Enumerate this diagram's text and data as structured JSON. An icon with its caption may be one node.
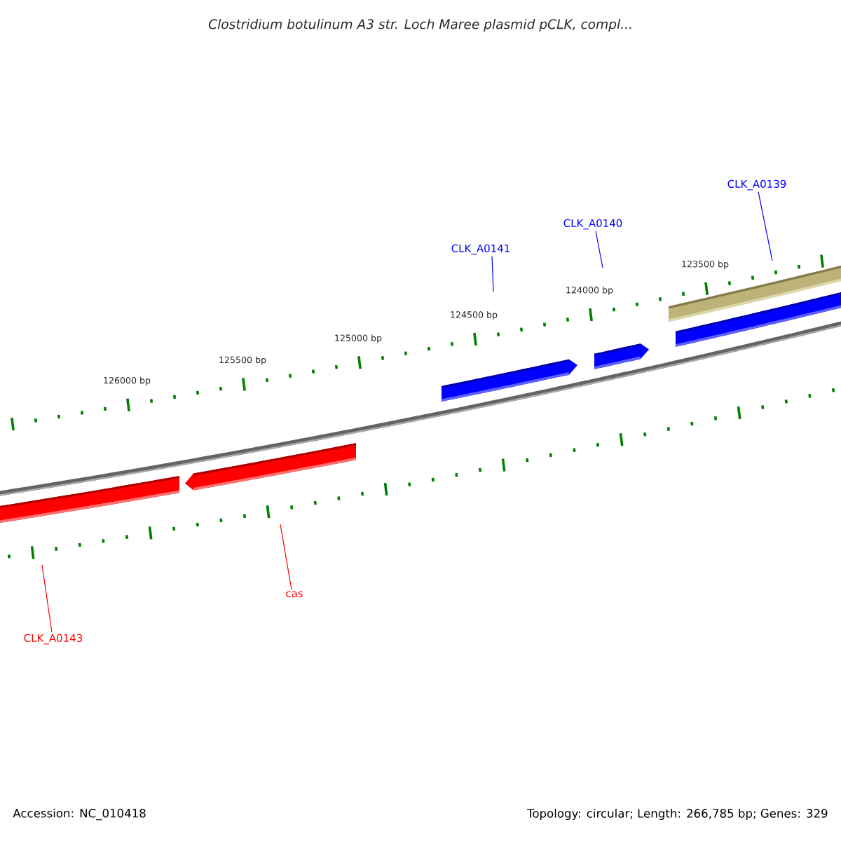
{
  "diagram": {
    "title": "Clostridium botulinum A3 str. Loch Maree plasmid pCLK, compl...",
    "nodes": [
      {
        "text": [
          "CLK_A0139"
        ]
      },
      {
        "text": [
          "CLK_A0140"
        ]
      },
      {
        "text": [
          "CLK_A0141"
        ]
      },
      {
        "text": [
          "cas"
        ]
      },
      {
        "text": [
          "CLK_A0143"
        ]
      }
    ],
    "edges": [
      {
        "from": 0,
        "to": null,
        "arrow": "none"
      },
      {
        "from": 1,
        "to": null,
        "arrow": "none"
      },
      {
        "from": 2,
        "to": null,
        "arrow": "none"
      },
      {
        "from": 3,
        "to": null,
        "arrow": "none",
        "color": "#ff0000"
      },
      {
        "from": 4,
        "to": null,
        "arrow": "none",
        "color": "#ff0000"
      }
    ],
    "labels": [
      "123500 bp",
      "124000 bp",
      "124500 bp",
      "125000 bp",
      "125500 bp",
      "126000 bp",
      "Accession: NC_010418",
      "Topology: circular; Length: 266,785 bp; Genes: 329"
    ]
  }
}
